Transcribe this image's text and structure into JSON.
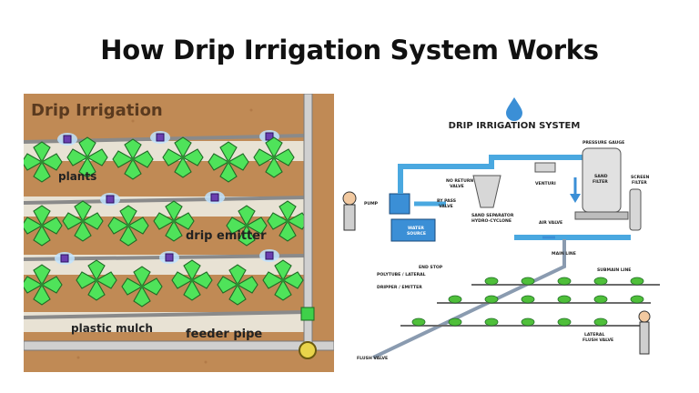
{
  "title": "How Drip Irrigation System Works",
  "left_diagram": {
    "heading": "Drip Irrigation",
    "labels": {
      "plants": "plants",
      "drip_emitter": "drip emitter",
      "plastic_mulch": "plastic mulch",
      "feeder_pipe": "feeder pipe"
    }
  },
  "right_diagram": {
    "heading": "DRIP IRRIGATION SYSTEM",
    "labels": {
      "pressure_gauge": "PRESSURE GAUGE",
      "no_return_valve_1": "NO RETURN",
      "no_return_valve_2": "VALVE",
      "sand_filter_1": "SAND",
      "sand_filter_2": "FILTER",
      "screen_filter_1": "SCREEN",
      "screen_filter_2": "FILTER",
      "pump": "PUMP",
      "by_pass_valve_1": "BY PASS",
      "by_pass_valve_2": "VALVE",
      "venturi": "VENTURI",
      "sand_separator_1": "SAND SEPARATOR",
      "sand_separator_2": "HYDRO-CYCLONE",
      "air_valve": "AIR VALVE",
      "water_source_1": "WATER",
      "water_source_2": "SOURCE",
      "main_line": "MAIN LINE",
      "end_stop": "END STOP",
      "submain_line": "SUBMAIN LINE",
      "polytube_lateral": "POLYTUBE / LATERAL",
      "dripper_emitter": "DRIPPER / EMITTER",
      "lateral_flush_valve_1": "LATERAL",
      "lateral_flush_valve_2": "FLUSH VALVE",
      "flush_valve": "FLUSH VALVE"
    }
  },
  "colors": {
    "soil": "#c08a55",
    "plant": "#4fe35a",
    "pipe": "#c9c9c9",
    "water_pipe": "#4aa8e0",
    "emitter": "#6a3fb0"
  }
}
